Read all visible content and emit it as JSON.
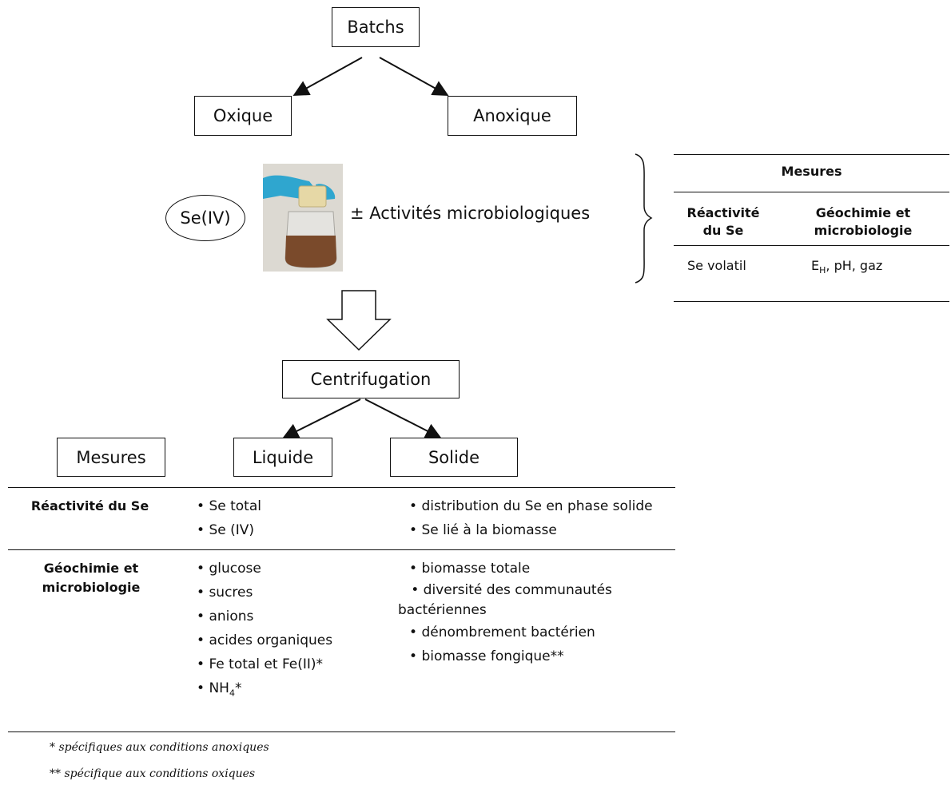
{
  "flow": {
    "batchs": "Batchs",
    "oxique": "Oxique",
    "anoxique": "Anoxique",
    "se_iv": "Se(IV)",
    "activites": "± Activités microbiologiques",
    "centrifugation": "Centrifugation",
    "mesures": "Mesures",
    "liquide": "Liquide",
    "solide": "Solide"
  },
  "right_table": {
    "title": "Mesures",
    "col1_header": "Réactivité du Se",
    "col2_header": "Géochimie et microbiologie",
    "col1_value": "Se volatil",
    "col2_value_main": "E",
    "col2_value_sub": "H",
    "col2_value_rest": ", pH, gaz"
  },
  "bottom_table": {
    "rows": [
      {
        "label": "Réactivité du Se",
        "liquide": [
          "Se total",
          "Se (IV)"
        ],
        "solide": [
          "distribution du Se en phase solide",
          "Se lié à la biomasse"
        ]
      },
      {
        "label": "Géochimie et microbiologie",
        "liquide": [
          "glucose",
          "sucres",
          "anions",
          "acides organiques",
          "Fe total et Fe(II)*"
        ],
        "liquide_nh4_main": "NH",
        "liquide_nh4_sub": "4",
        "liquide_nh4_rest": "*",
        "solide": [
          "biomasse totale",
          "diversité des communautés bactériennes",
          "dénombrement bactérien",
          "biomasse fongique**"
        ]
      }
    ]
  },
  "notes": {
    "note1": "* spécifiques aux conditions anoxiques",
    "note2": "** spécifique aux conditions oxiques"
  }
}
